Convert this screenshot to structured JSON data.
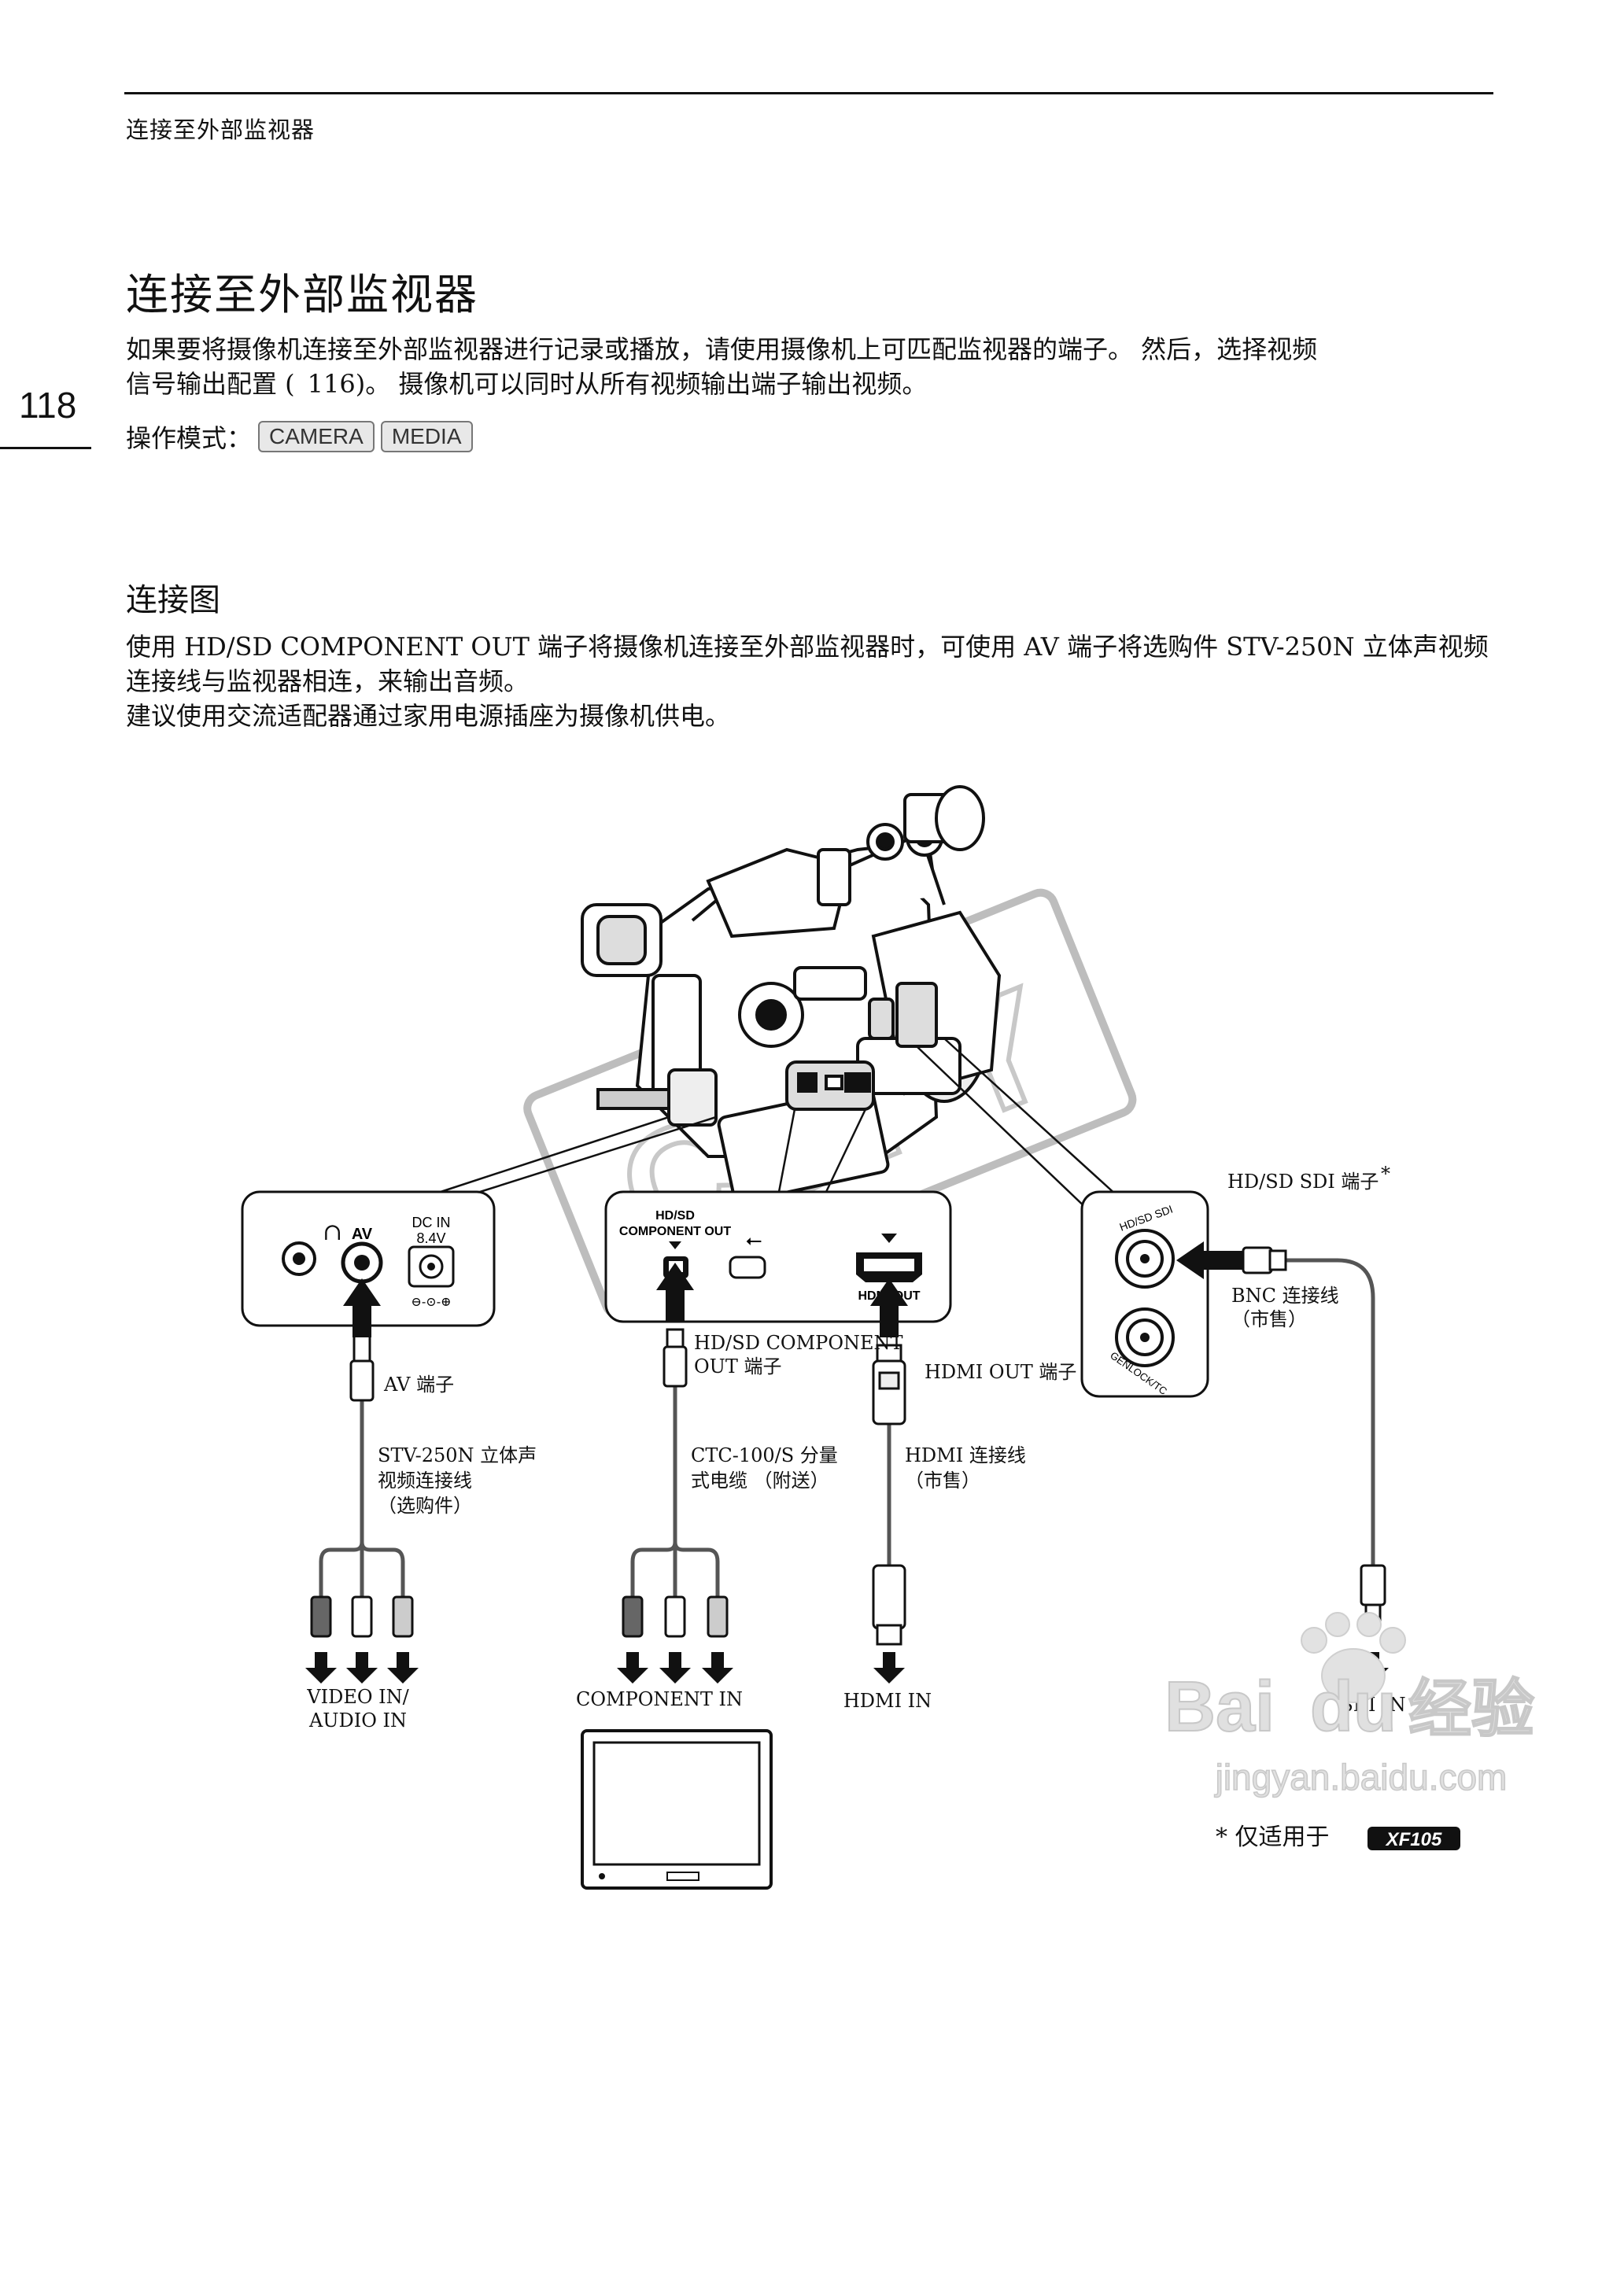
{
  "header": {
    "running_title": "连接至外部监视器",
    "page_number": "118"
  },
  "main": {
    "title": "连接至外部监视器",
    "intro_line1": "如果要将摄像机连接至外部监视器进行记录或播放，请使用摄像机上可匹配监视器的端子。 然后，选择视频",
    "intro_line2": "信号输出配置 ( 116)。 摄像机可以同时从所有视频输出端子输出视频。",
    "mode_label": "操作模式：",
    "modes": [
      "CAMERA",
      "MEDIA"
    ],
    "section_title": "连接图",
    "desc_line1": "使用 HD/SD COMPONENT OUT 端子将摄像机连接至外部监视器时，可使用 AV 端子将选购件 STV-250N 立体声视频",
    "desc_line2": "连接线与监视器相连，来输出音频。",
    "desc_line3": "建议使用交流适配器通过家用电源插座为摄像机供电。"
  },
  "diagram": {
    "watermark": "COPY",
    "panel_left": {
      "av": "AV",
      "dc1": "DC IN",
      "dc2": "8.4V"
    },
    "panel_mid": {
      "comp1": "HD/SD",
      "comp2": "COMPONENT OUT",
      "hdmi": "HDMI OUT"
    },
    "panel_right": {
      "sdi": "HD/SD SDI",
      "genlock": "GENLOCK/TC"
    },
    "labels": {
      "sdi_terminal": "HD/SD SDI 端子",
      "asterisk": "*",
      "bnc1": "BNC 连接线",
      "bnc2": "（市售）",
      "av_terminal": "AV 端子",
      "comp_terminal1": "HD/SD COMPONENT",
      "comp_terminal2": "OUT 端子",
      "hdmi_terminal": "HDMI OUT 端子",
      "stv1": "STV-250N 立体声",
      "stv2": "视频连接线",
      "stv3": "（选购件）",
      "ctc1": "CTC-100/S 分量",
      "ctc2": "式电缆 （附送）",
      "hdmi_cable1": "HDMI 连接线",
      "hdmi_cable2": "（市售）",
      "video_in1": "VIDEO IN/",
      "video_in2": "AUDIO IN",
      "component_in": "COMPONENT IN",
      "hdmi_in": "HDMI IN",
      "sdi_in": "SDI IN",
      "footnote": "* 仅适用于",
      "model": "XF105"
    }
  },
  "watermark_site": {
    "brand": "Bai",
    "brand2": "du",
    "brand3": "经验",
    "url": "jingyan.baidu.com"
  }
}
